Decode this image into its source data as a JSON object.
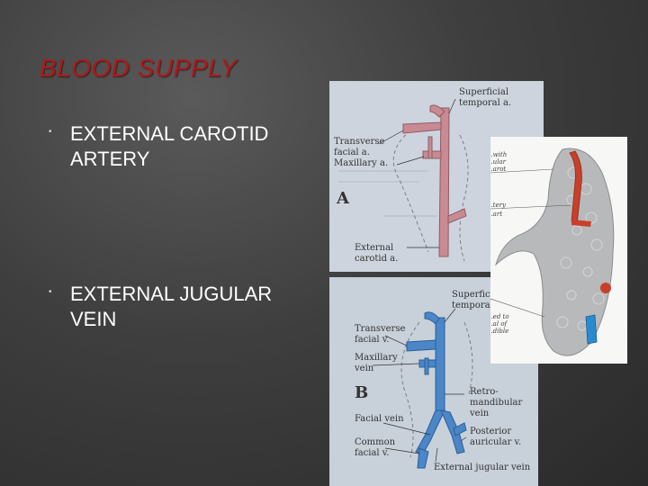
{
  "slide": {
    "title": "BLOOD SUPPLY",
    "bullets": [
      {
        "text": "EXTERNAL CAROTID ARTERY"
      },
      {
        "text": "EXTERNAL JUGULAR VEIN"
      }
    ]
  },
  "figure_a": {
    "panel_letter": "A",
    "labels": {
      "superficial_temporal": [
        "Superficial",
        "temporal a."
      ],
      "transverse_facial": [
        "Transverse",
        "facial a."
      ],
      "maxillary": "Maxillary a.",
      "external_carotid": [
        "External",
        "carotid a."
      ]
    },
    "vessel_color": "#c98a93"
  },
  "figure_b": {
    "panel_letter": "B",
    "labels": {
      "superficial_temporal": [
        "Superficial",
        "temporal v."
      ],
      "transverse_facial": [
        "Transverse",
        "facial v."
      ],
      "maxillary": [
        "Maxillary",
        "vein"
      ],
      "retromandibular": [
        "Retro-",
        "mandibular",
        "vein"
      ],
      "facial_vein": "Facial vein",
      "posterior_auricular": [
        "Posterior",
        "auricular v."
      ],
      "common_facial": [
        "Common",
        "facial v."
      ],
      "external_jugular": "External jugular vein"
    },
    "vessel_color": "#4a86c8"
  },
  "figure_c": {
    "cropped_labels": [
      "...with",
      "...ular",
      "...arot",
      "...tery",
      "...art",
      "...ed to",
      "...al of",
      "...dible"
    ],
    "artery_color": "#c8402a",
    "vein_color": "#2a8ad0"
  }
}
